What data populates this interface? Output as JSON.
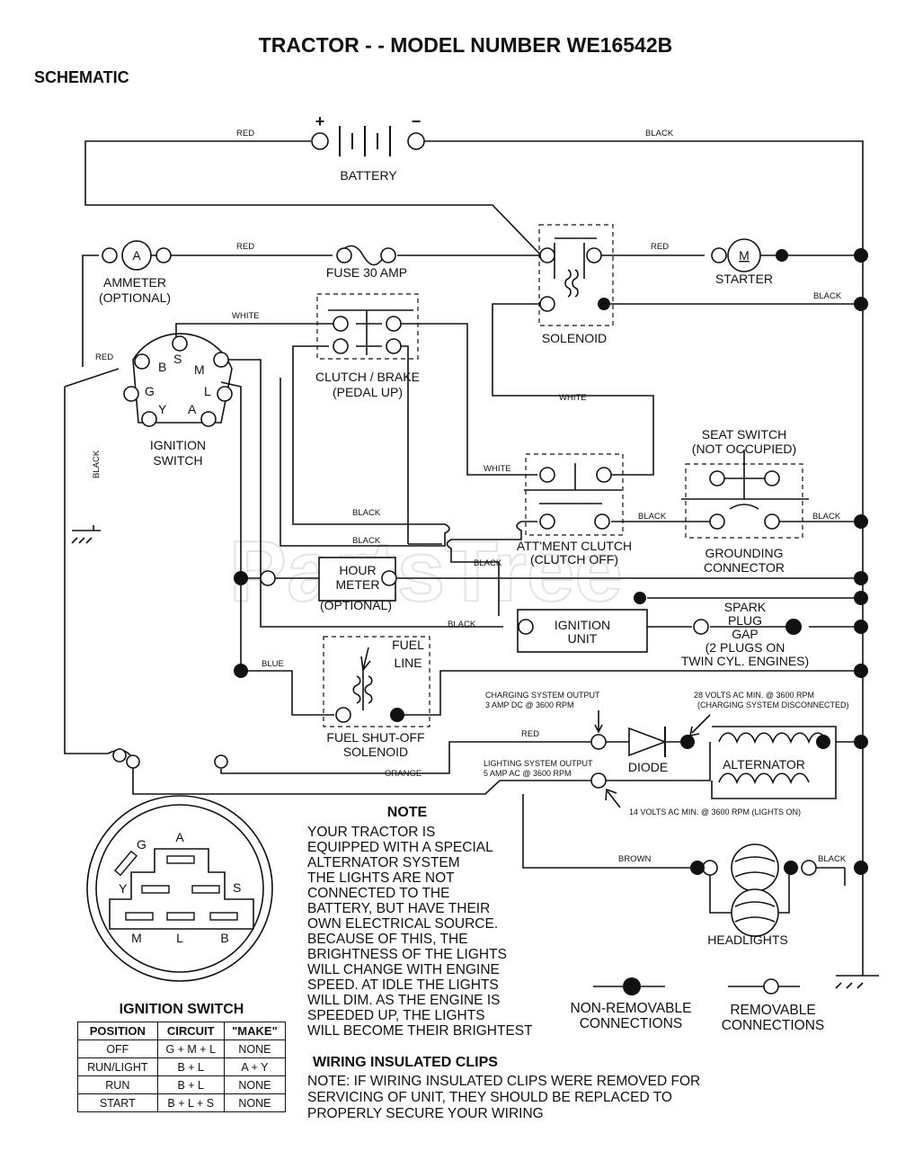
{
  "title": "TRACTOR - - MODEL NUMBER WE16542B",
  "section": "SCHEMATIC",
  "watermark": "PartsTree",
  "components": {
    "battery": "BATTERY",
    "battery_pos": "+",
    "battery_neg": "−",
    "ammeter_symbol": "A",
    "ammeter_1": "AMMETER",
    "ammeter_2": "(OPTIONAL)",
    "fuse": "FUSE 30 AMP",
    "solenoid": "SOLENOID",
    "starter_symbol": "M",
    "starter": "STARTER",
    "clutch_brake_1": "CLUTCH / BRAKE",
    "clutch_brake_2": "(PEDAL UP)",
    "ignition_switch_1": "IGNITION",
    "ignition_switch_2": "SWITCH",
    "seat_switch_1": "SEAT SWITCH",
    "seat_switch_2": "(NOT OCCUPIED)",
    "grounding_1": "GROUNDING",
    "grounding_2": "CONNECTOR",
    "attment_clutch_1": "ATT'MENT CLUTCH",
    "attment_clutch_2": "(CLUTCH OFF)",
    "hour_meter_1": "HOUR",
    "hour_meter_2": "METER",
    "hour_meter_3": "(OPTIONAL)",
    "ignition_unit_1": "IGNITION",
    "ignition_unit_2": "UNIT",
    "spark_1": "SPARK",
    "spark_2": "PLUG",
    "spark_3": "GAP",
    "spark_4": "(2 PLUGS ON",
    "spark_5": "TWIN CYL. ENGINES)",
    "fuel_line_1": "FUEL",
    "fuel_line_2": "LINE",
    "fuel_shutoff_1": "FUEL SHUT-OFF",
    "fuel_shutoff_2": "SOLENOID",
    "diode": "DIODE",
    "alternator": "ALTERNATOR",
    "headlights": "HEADLIGHTS",
    "charging_1": "CHARGING SYSTEM OUTPUT",
    "charging_2": "3 AMP DC @ 3600 RPM",
    "volts28_1": "28 VOLTS AC MIN. @ 3600 RPM",
    "volts28_2": "(CHARGING SYSTEM DISCONNECTED)",
    "lighting_1": "LIGHTING SYSTEM OUTPUT",
    "lighting_2": "5 AMP AC @ 3600 RPM",
    "volts14": "14 VOLTS AC MIN. @ 3600 RPM (LIGHTS ON)"
  },
  "switch_terminals": {
    "b": "B",
    "s": "S",
    "m": "M",
    "g": "G",
    "l": "L",
    "y": "Y",
    "a": "A"
  },
  "wires": {
    "red_top": "RED",
    "black_top": "BLACK",
    "red_fuse": "RED",
    "red_starter": "RED",
    "black_starter": "BLACK",
    "white_top": "WHITE",
    "red_ign": "RED",
    "black_ground": "BLACK",
    "white_mid": "WHITE",
    "white_att": "WHITE",
    "black_seat_l": "BLACK",
    "black_seat_r": "BLACK",
    "black_clutch": "BLACK",
    "black_hour": "BLACK",
    "black_att": "BLACK",
    "black_ign": "BLACK",
    "blue": "BLUE",
    "red_diode": "RED",
    "orange": "ORANGE",
    "brown": "BROWN",
    "black_lights": "BLACK"
  },
  "note": {
    "heading": "NOTE",
    "lines": [
      "YOUR TRACTOR IS",
      "EQUIPPED WITH A SPECIAL",
      "ALTERNATOR SYSTEM",
      "THE LIGHTS ARE NOT",
      "CONNECTED TO THE",
      "BATTERY, BUT HAVE THEIR",
      "OWN ELECTRICAL SOURCE.",
      "BECAUSE OF THIS, THE",
      "BRIGHTNESS OF THE LIGHTS",
      "WILL CHANGE WITH ENGINE",
      "SPEED.  AT IDLE THE LIGHTS",
      "WILL DIM.  AS THE ENGINE IS",
      "SPEEDED UP, THE LIGHTS",
      "WILL BECOME THEIR BRIGHTEST"
    ]
  },
  "legend": {
    "non_removable_1": "NON-REMOVABLE",
    "non_removable_2": "CONNECTIONS",
    "removable_1": "REMOVABLE",
    "removable_2": "CONNECTIONS"
  },
  "clips": {
    "heading": "WIRING INSULATED CLIPS",
    "line1": "NOTE: IF WIRING INSULATED CLIPS WERE REMOVED FOR",
    "line2": "SERVICING OF UNIT, THEY SHOULD BE REPLACED TO",
    "line3": "PROPERLY SECURE YOUR WIRING"
  },
  "connector": {
    "a": "A",
    "g": "G",
    "y": "Y",
    "s": "S",
    "m": "M",
    "l": "L",
    "b": "B"
  },
  "ignition_table": {
    "title": "IGNITION SWITCH",
    "headers": [
      "POSITION",
      "CIRCUIT",
      "\"MAKE\""
    ],
    "rows": [
      [
        "OFF",
        "G + M + L",
        "NONE"
      ],
      [
        "RUN/LIGHT",
        "B + L",
        "A + Y"
      ],
      [
        "RUN",
        "B + L",
        "NONE"
      ],
      [
        "START",
        "B + L + S",
        "NONE"
      ]
    ]
  }
}
